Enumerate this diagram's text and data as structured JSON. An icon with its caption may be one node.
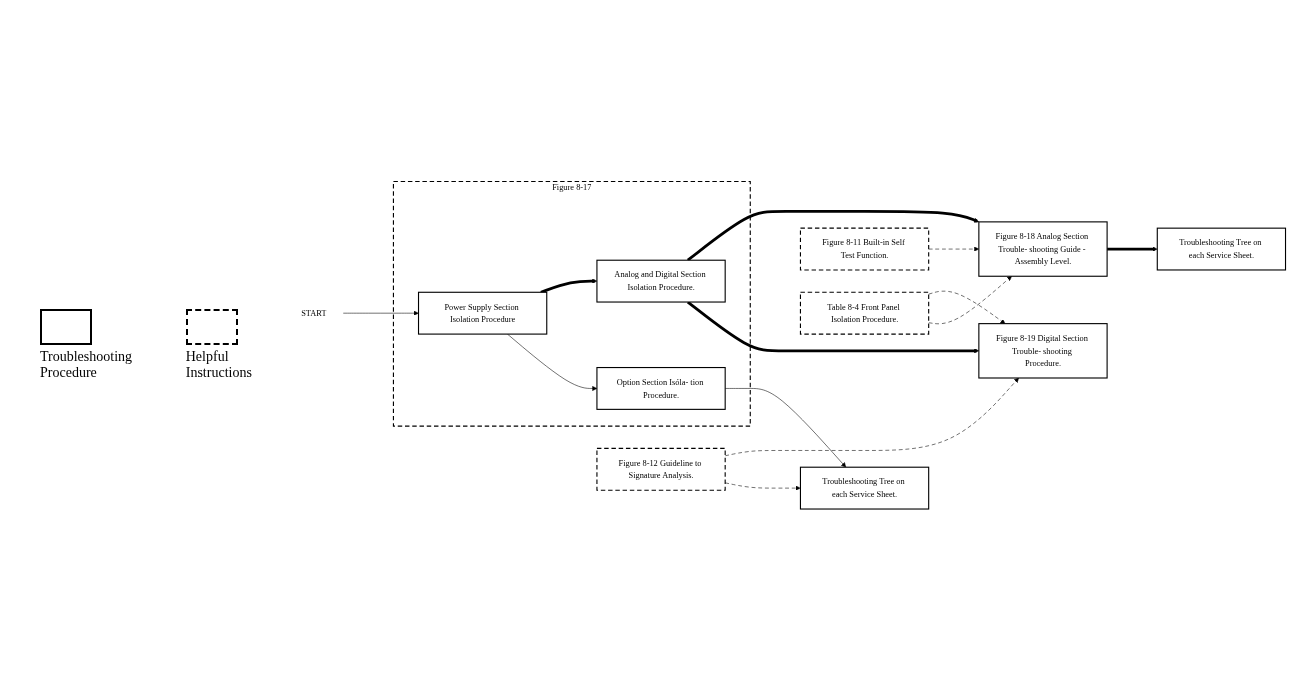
{
  "diagram": {
    "nodes": [
      {
        "text": [
          "START"
        ]
      },
      {
        "text": [
          "Figure 8-17"
        ]
      },
      {
        "text": [
          "Power Supply Section Isolation Procedure"
        ],
        "in": 1
      },
      {
        "text": [
          "Option Section Isóla- tion Procedure."
        ],
        "in": 1
      },
      {
        "text": [
          "Analog and Digital Section Isolation Procedure."
        ],
        "in": 1
      },
      {
        "text": [
          "Troubleshooting Tree on each Service Sheet."
        ]
      },
      {
        "text": [
          "Figure 8-12 Guideline to Signature Analysis."
        ]
      },
      {
        "text": [
          "Figure 8-19 Digital Section Trouble- shooting Procedure."
        ]
      },
      {
        "text": [
          "Figure 8-11 Built-in Self Test Function."
        ]
      },
      {
        "text": [
          "Figure 8-18 Analog Section Trouble- shooting Guide - Assembly Level."
        ]
      },
      {
        "text": [
          "Table 8-4 Front Panel Isolation Procedure."
        ]
      },
      {
        "text": [
          "Troubleshooting Tree on each Service Sheet."
        ]
      }
    ],
    "edges": [
      {
        "from": 0,
        "to": 2,
        "arrow": "to"
      },
      {
        "from": 2,
        "to": 3,
        "arrow": "to"
      },
      {
        "from": 2,
        "to": 4,
        "arrow": "to",
        "style": "thick"
      },
      {
        "from": 3,
        "to": 5,
        "arrow": "to"
      },
      {
        "from": 4,
        "to": 7,
        "arrow": "to",
        "style": "thick"
      },
      {
        "from": 4,
        "to": 9,
        "arrow": "to",
        "style": "thick"
      },
      {
        "from": 6,
        "to": 5,
        "arrow": "to",
        "style": "dashed"
      },
      {
        "from": 6,
        "to": 7,
        "arrow": "to",
        "style": "dashed"
      },
      {
        "from": 8,
        "to": 9,
        "arrow": "to",
        "style": "dashed"
      },
      {
        "from": 10,
        "to": 9,
        "arrow": "to",
        "style": "dashed"
      },
      {
        "from": 10,
        "to": 7,
        "arrow": "to",
        "style": "dashed"
      },
      {
        "from": 9,
        "to": 11,
        "arrow": "to",
        "style": "thick"
      }
    ],
    "legend": [
      {
        "text": "Troubleshooting Procedure"
      },
      {
        "text": "Helpful Instructions"
      }
    ]
  }
}
